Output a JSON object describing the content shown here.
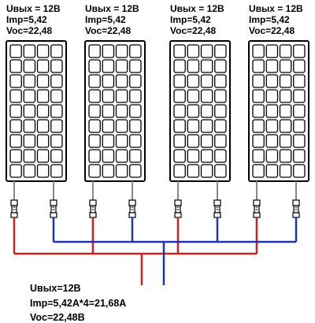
{
  "panels": [
    {
      "u_label": "Uвых = 12В",
      "imp_label": "Imp=5,42",
      "voc_label": "Voc=22,48"
    },
    {
      "u_label": "Uвых = 12В",
      "imp_label": "Imp=5,42",
      "voc_label": "Voc=22,48"
    },
    {
      "u_label": "Uвых = 12В",
      "imp_label": "Imp=5,42",
      "voc_label": "Voc=22,48"
    },
    {
      "u_label": "Uвых = 12В",
      "imp_label": "Imp=5,42",
      "voc_label": "Voc=22,48"
    }
  ],
  "panel_grid": {
    "columns": 4,
    "rows": 9
  },
  "summary": {
    "u_label": "Uвых=12В",
    "imp_label": "Imp=5,42А*4=21,68А",
    "voc_label": "Voc=22,48В"
  },
  "colors": {
    "positive_wire": "#d21f1f",
    "negative_wire": "#2233b0",
    "panel_stroke": "#000000",
    "lead_wire": "#888888"
  }
}
